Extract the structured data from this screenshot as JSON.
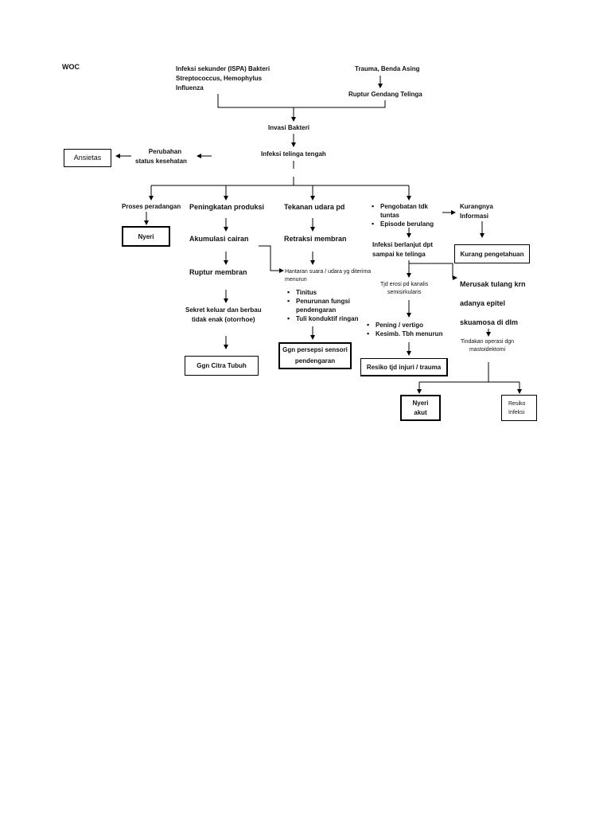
{
  "title": "WOC",
  "nodes": {
    "infeksi_sekunder": [
      "Infeksi sekunder (ISPA) Bakteri",
      "Streptococcus, Hemophylus",
      "Influenza"
    ],
    "trauma": "Trauma, Benda Asing",
    "ruptur_gendang": "Ruptur Gendang Telinga",
    "invasi_bakteri": "Invasi Bakteri",
    "infeksi_telinga_tengah": "Infeksi telinga tengah",
    "perubahan_status": [
      "Perubahan",
      "status kesehatan"
    ],
    "ansietas": "Ansietas",
    "proses_peradangan": "Proses peradangan",
    "nyeri": "Nyeri",
    "peningkatan_produksi": "Peningkatan produksi",
    "akumulasi_cairan": "Akumulasi cairan",
    "ruptur_membran": "Ruptur membran",
    "sekret_keluar": [
      "Sekret keluar dan berbau",
      "tidak enak (otorrhoe)"
    ],
    "ggn_citra_tubuh": "Ggn Citra Tubuh",
    "tekanan_udara": "Tekanan udara pd",
    "retraksi_membran": "Retraksi membran",
    "hantaran_suara": [
      "Hantaran suara / udara yg diterima",
      "menurun"
    ],
    "gejala_pendengaran": [
      "Tinitus",
      "Penurunan fungsi pendengaran",
      "Tuli konduktif ringan"
    ],
    "ggn_persepsi": [
      "Ggn persepsi sensori",
      "pendengaran"
    ],
    "pengobatan": [
      "Pengobatan tdk tuntas",
      "Episode berulang"
    ],
    "kurangnya_informasi": [
      "Kurangnya",
      "Informasi"
    ],
    "kurang_pengetahuan": "Kurang pengetahuan",
    "infeksi_berlanjut": [
      "Infeksi berlanjut dpt",
      "sampai ke telinga"
    ],
    "tjd_erosi": [
      "Tjd erosi pd kanalis",
      "semisirkularis"
    ],
    "pening": [
      "Pening / vertigo",
      "Kesimb. Tbh menurun"
    ],
    "resiko_injuri": "Resiko tjd injuri / trauma",
    "merusak_tulang": [
      "Merusak tulang krn",
      "adanya epitel",
      "skuamosa di dlm"
    ],
    "tindakan_operasi": [
      "Tindakan operasi dgn",
      "mastoidektomi"
    ],
    "nyeri_akut": [
      "Nyeri",
      "akut"
    ],
    "resiko_infeksi": [
      "Resiko",
      "Infeksi"
    ]
  }
}
